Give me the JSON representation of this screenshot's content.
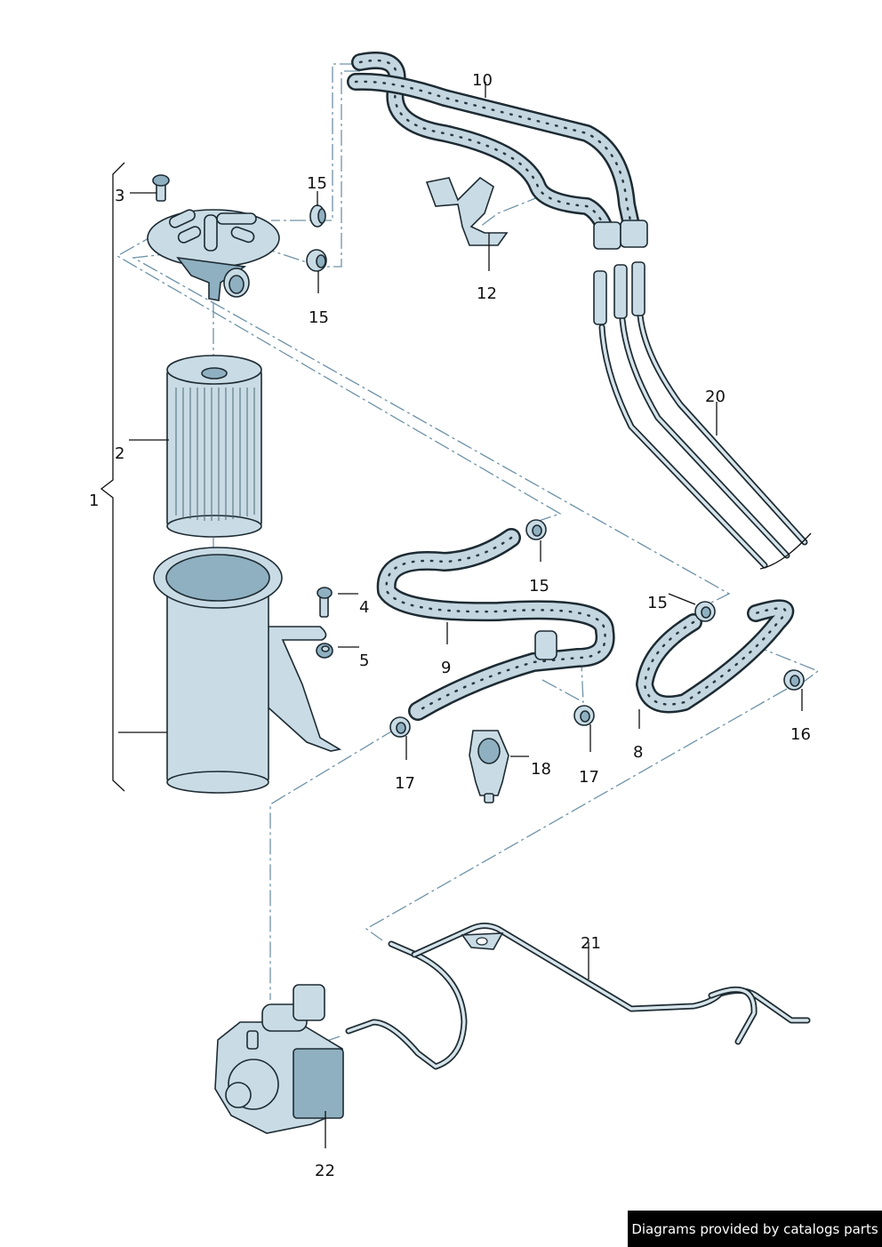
{
  "diagram": {
    "type": "exploded-parts-view",
    "subject": "Fuel filter and fuel lines",
    "callouts": [
      {
        "id": "c1",
        "label": "1",
        "part": "fuel filter assembly"
      },
      {
        "id": "c2",
        "label": "2",
        "part": "filter element"
      },
      {
        "id": "c3",
        "label": "3",
        "part": "screw"
      },
      {
        "id": "c4",
        "label": "4",
        "part": "hex bolt"
      },
      {
        "id": "c5",
        "label": "5",
        "part": "nut"
      },
      {
        "id": "c8",
        "label": "8",
        "part": "fuel hose"
      },
      {
        "id": "c9",
        "label": "9",
        "part": "fuel hose with tee"
      },
      {
        "id": "c10",
        "label": "10",
        "part": "fuel hoses"
      },
      {
        "id": "c12",
        "label": "12",
        "part": "hose holder clip"
      },
      {
        "id": "c15a",
        "label": "15",
        "part": "hose clamp"
      },
      {
        "id": "c15b",
        "label": "15",
        "part": "hose clamp"
      },
      {
        "id": "c15c",
        "label": "15",
        "part": "hose clamp"
      },
      {
        "id": "c15d",
        "label": "15",
        "part": "hose clamp"
      },
      {
        "id": "c16",
        "label": "16",
        "part": "hose clamp"
      },
      {
        "id": "c17a",
        "label": "17",
        "part": "hose clamp"
      },
      {
        "id": "c17b",
        "label": "17",
        "part": "hose clamp"
      },
      {
        "id": "c18",
        "label": "18",
        "part": "holder"
      },
      {
        "id": "c20",
        "label": "20",
        "part": "fuel lines"
      },
      {
        "id": "c21",
        "label": "21",
        "part": "fuel line"
      },
      {
        "id": "c22",
        "label": "22",
        "part": "high pressure pump"
      }
    ]
  },
  "footer": {
    "credit": "Diagrams provided by catalogs parts"
  }
}
